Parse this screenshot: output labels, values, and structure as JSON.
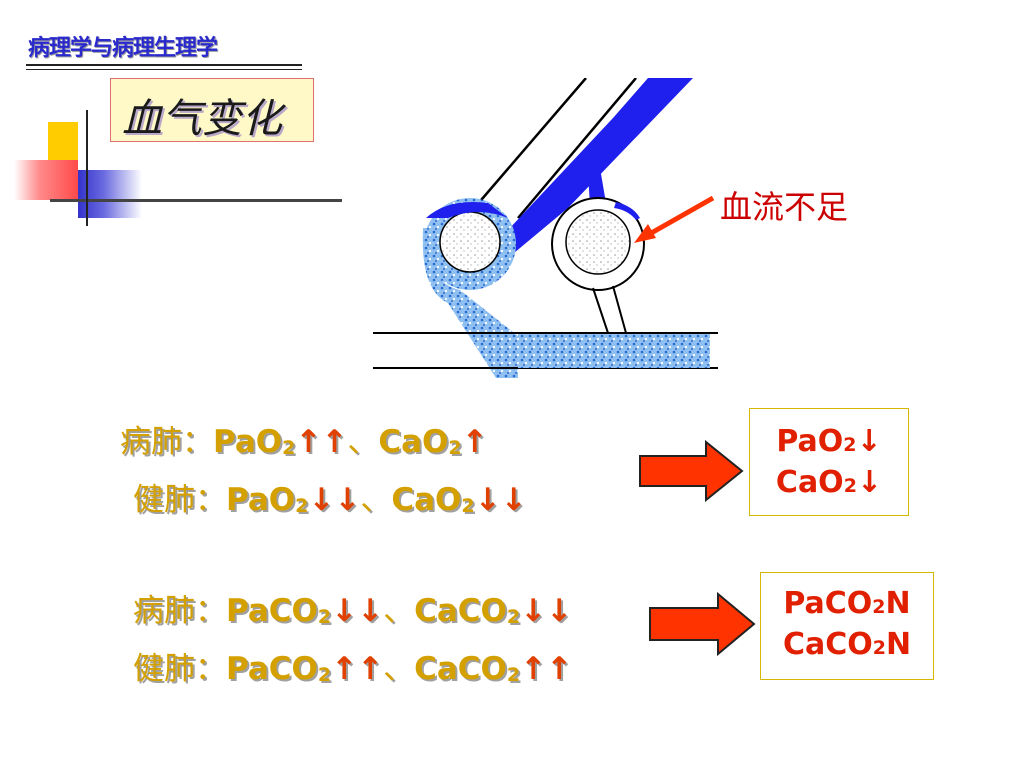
{
  "header": {
    "course_title": "病理学与病理生理学",
    "slide_title": "血气变化"
  },
  "diagram": {
    "blood_label": "血流不足"
  },
  "oxygen": {
    "sick_lung": {
      "label": "病肺：",
      "pao": "PaO",
      "sub1": "2",
      "arr1": "↑↑",
      "sep": "、",
      "cao": "CaO",
      "sub2": "2",
      "arr2": "↑"
    },
    "healthy_lung": {
      "label": "健肺：",
      "pao": "PaO",
      "sub1": "2",
      "arr1": "↓↓",
      "sep": "、",
      "cao": "CaO",
      "sub2": "2",
      "arr2": "↓↓"
    },
    "result": {
      "l1a": "PaO",
      "l1s": "2",
      "l1b": "↓",
      "l2a": "CaO",
      "l2s": "2",
      "l2b": "↓"
    }
  },
  "carbon": {
    "sick_lung": {
      "label": "病肺：",
      "pa": "PaCO",
      "sub1": "2",
      "arr1": "↓↓",
      "sep": "、",
      "ca": "CaCO",
      "sub2": "2",
      "arr2": "↓↓"
    },
    "healthy_lung": {
      "label": "健肺：",
      "pa": "PaCO",
      "sub1": "2",
      "arr1": "↑↑",
      "sep": "、",
      "ca": "CaCO",
      "sub2": "2",
      "arr2": "↑↑"
    },
    "result": {
      "l1a": "PaCO",
      "l1s": "2",
      "l1b": "N",
      "l2a": "CaCO",
      "l2s": "2",
      "l2b": "N"
    }
  },
  "colors": {
    "accent_blue": "#2a2acc",
    "formula_gold": "#d4a000",
    "result_red": "#e02000",
    "arrow_red": "#ff3300"
  }
}
